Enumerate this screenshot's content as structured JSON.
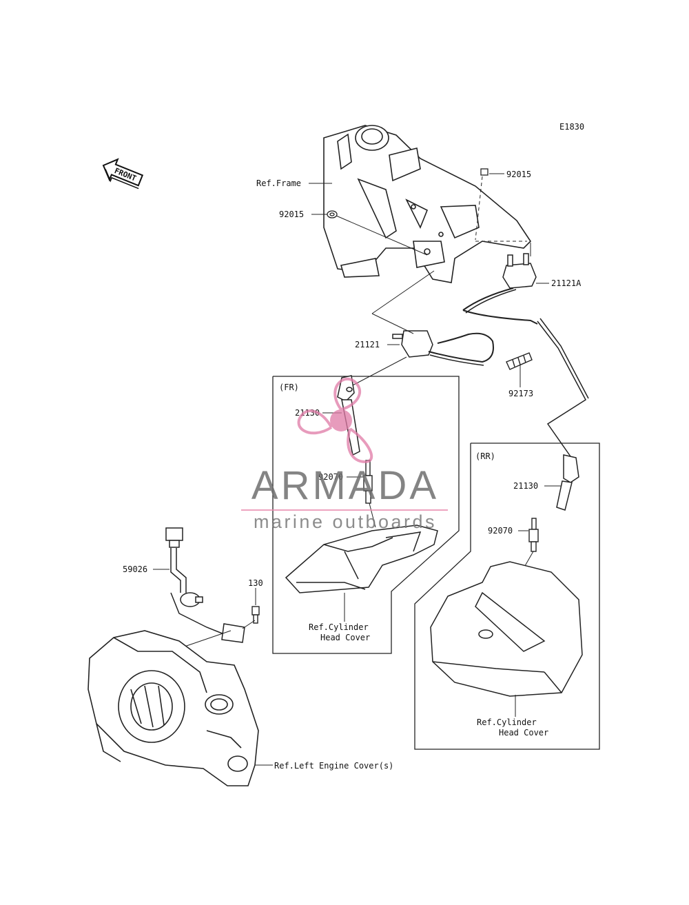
{
  "diagram_code": "E1830",
  "front_label": "FRONT",
  "labels": {
    "ref_frame": "Ref.Frame",
    "p92015_top": "92015",
    "p92015_left": "92015",
    "p21121A": "21121A",
    "p21121": "21121",
    "p92173": "92173",
    "fr_box": "(FR)",
    "rr_box": "(RR)",
    "p21130_fr": "21130",
    "p92070_fr": "92070",
    "p21130_rr": "21130",
    "p92070_rr": "92070",
    "p59026": "59026",
    "p130": "130",
    "ref_cyl_fr_1": "Ref.Cylinder",
    "ref_cyl_fr_2": "Head Cover",
    "ref_cyl_rr_1": "Ref.Cylinder",
    "ref_cyl_rr_2": "Head Cover",
    "ref_left_engine": "Ref.Left Engine Cover(s)"
  },
  "watermark": {
    "title": "ARMADA",
    "subtitle": "marine outboards",
    "logo_color": "#e07aa6"
  }
}
